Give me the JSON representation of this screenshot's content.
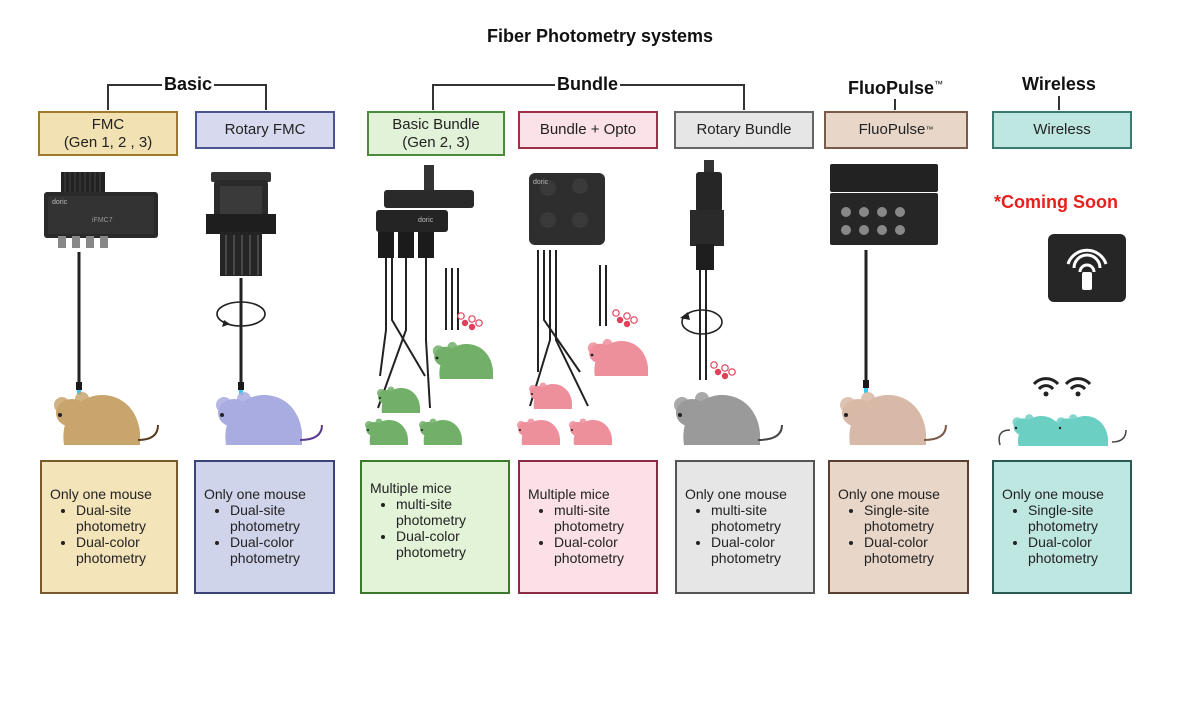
{
  "title": "Fiber Photometry systems",
  "groups": {
    "basic": "Basic",
    "bundle": "Bundle",
    "fluopulse": "FluoPulse",
    "fluopulse_tm": "™",
    "wireless": "Wireless"
  },
  "categories": [
    {
      "label": "FMC\n(Gen 1, 2 , 3)",
      "fill": "#f2e1b3",
      "border": "#a07a2a"
    },
    {
      "label": "Rotary FMC",
      "fill": "#d7daee",
      "border": "#4a5590"
    },
    {
      "label": "Basic Bundle\n(Gen 2, 3)",
      "fill": "#e2f2d8",
      "border": "#4a8a3a"
    },
    {
      "label": "Bundle +  Opto",
      "fill": "#fbe1e8",
      "border": "#a0304a"
    },
    {
      "label": "Rotary Bundle",
      "fill": "#e6e6e6",
      "border": "#666666"
    },
    {
      "label": "FluoPulse",
      "tm": "™",
      "fill": "#e8d6c8",
      "border": "#7a5a48"
    },
    {
      "label": "Wireless",
      "fill": "#bfe7e2",
      "border": "#3a7a72"
    }
  ],
  "coming_soon": "*Coming Soon",
  "descriptions": [
    {
      "heading": "Only one mouse",
      "items": [
        "Dual-site photometry",
        "Dual-color photometry"
      ],
      "fill": "#f4e4ba",
      "border": "#7a5a2a"
    },
    {
      "heading": "Only one mouse",
      "items": [
        "Dual-site photometry",
        "Dual-color photometry"
      ],
      "fill": "#cfd4ea",
      "border": "#3a4478"
    },
    {
      "heading": "Multiple mice",
      "items": [
        "multi-site photometry",
        "Dual-color photometry"
      ],
      "fill": "#e2f3d8",
      "border": "#3a7a2a"
    },
    {
      "heading": "Multiple mice",
      "items": [
        "multi-site photometry",
        "Dual-color photometry"
      ],
      "fill": "#fbe0e7",
      "border": "#8a2a44"
    },
    {
      "heading": "Only one mouse",
      "items": [
        "multi-site photometry",
        "Dual-color photometry"
      ],
      "fill": "#e6e6e6",
      "border": "#555555"
    },
    {
      "heading": "Only one mouse",
      "items": [
        "Single-site photometry",
        "Dual-color photometry"
      ],
      "fill": "#e8d6c8",
      "border": "#5a4030"
    },
    {
      "heading": "Only one mouse",
      "items": [
        "Single-site photometry",
        "Dual-color photometry"
      ],
      "fill": "#bfe7e2",
      "border": "#2a5a54"
    }
  ],
  "device_labels": {
    "fmc_brand": "doric",
    "fmc_model": "iFMC7",
    "bundle_brand": "doric",
    "opto_brand": "doric"
  },
  "mouse_colors": {
    "fmc": "#c9a56e",
    "rotary_fmc": "#a8ace0",
    "bundle": "#72b06a",
    "opto": "#ee8f9c",
    "rotary_bundle": "#9a9a9a",
    "fluopulse": "#d8b8a6",
    "wireless": "#6ccfc4"
  }
}
